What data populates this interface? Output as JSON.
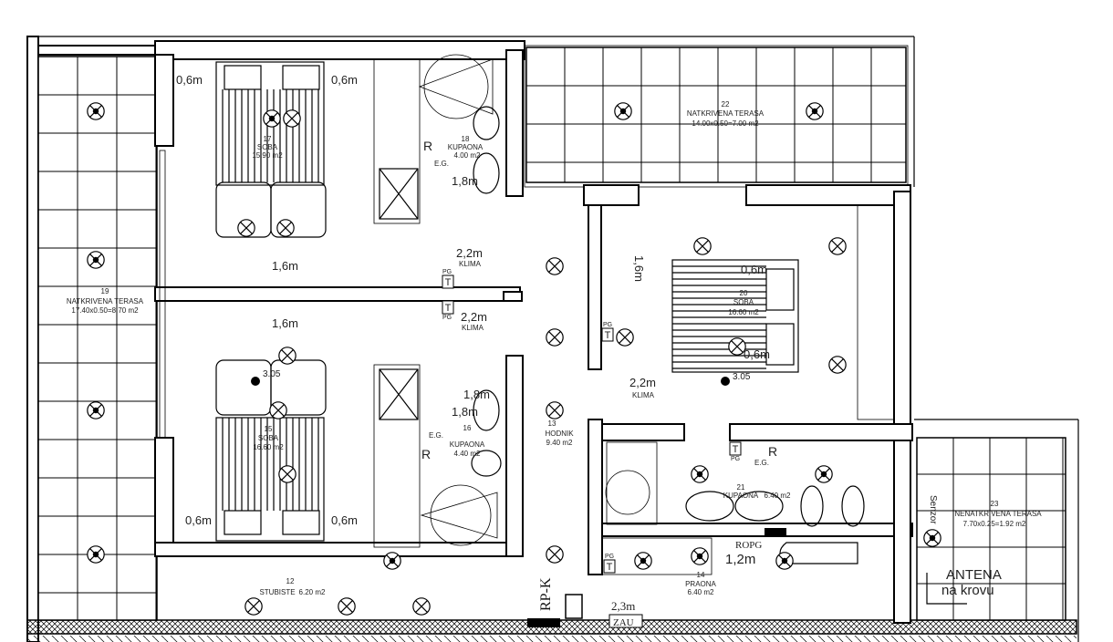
{
  "plan": {
    "rooms": [
      {
        "num": "19",
        "name": "NATKRIVENA TERASA",
        "area": "17.40x0.50=8.70 m2"
      },
      {
        "num": "17",
        "name": "SOBA",
        "area": "15.90 m2"
      },
      {
        "num": "18",
        "name": "KUPAONA",
        "area": "4.00 m2"
      },
      {
        "num": "22",
        "name": "NATKRIVENA TERASA",
        "area": "14.00x0.50=7.00 m2"
      },
      {
        "num": "20",
        "name": "SOBA",
        "area": "16.60 m2"
      },
      {
        "num": "15",
        "name": "SOBA",
        "area": "16.60 m2"
      },
      {
        "num": "16",
        "name": "KUPAONA",
        "area": "4.40 m2"
      },
      {
        "num": "13",
        "name": "HODNIK",
        "area": "9.40 m2"
      },
      {
        "num": "12",
        "name": "STUBISTE",
        "area": "6.20 m2"
      },
      {
        "num": "14",
        "name": "PRAONA",
        "area": "6.40 m2"
      },
      {
        "num": "21",
        "name": "KUPAONA",
        "area": "6.40 m2"
      },
      {
        "num": "23",
        "name": "NENATKRIVENA TERASA",
        "area": "7.70x0.25=1.92 m2"
      }
    ],
    "annotations": {
      "h06": "0,6m",
      "h16": "1,6m",
      "h18": "1,8m",
      "h22": "2,2m",
      "h12": "1,2m",
      "h23": "2,3m",
      "klima": "KLIMA",
      "pg": "PG",
      "t": "T",
      "eg": "E.G.",
      "r": "R",
      "level": "3.05",
      "rpk": "RP-K",
      "zau": "ZAU",
      "ropg": "ROPG",
      "senzor": "Senzor",
      "antena": "ANTENA",
      "antena_sub": "na krovu"
    }
  }
}
